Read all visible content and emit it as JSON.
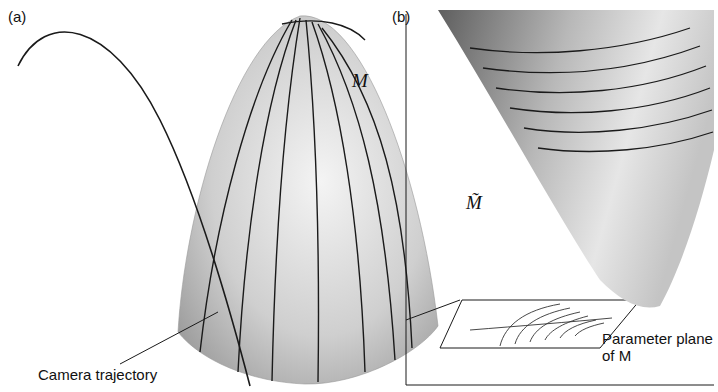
{
  "diagram": {
    "labels": [
      "(a)",
      "(b)",
      "M",
      "Camera trajectory",
      "M̃",
      "Parameter plane of M"
    ]
  }
}
